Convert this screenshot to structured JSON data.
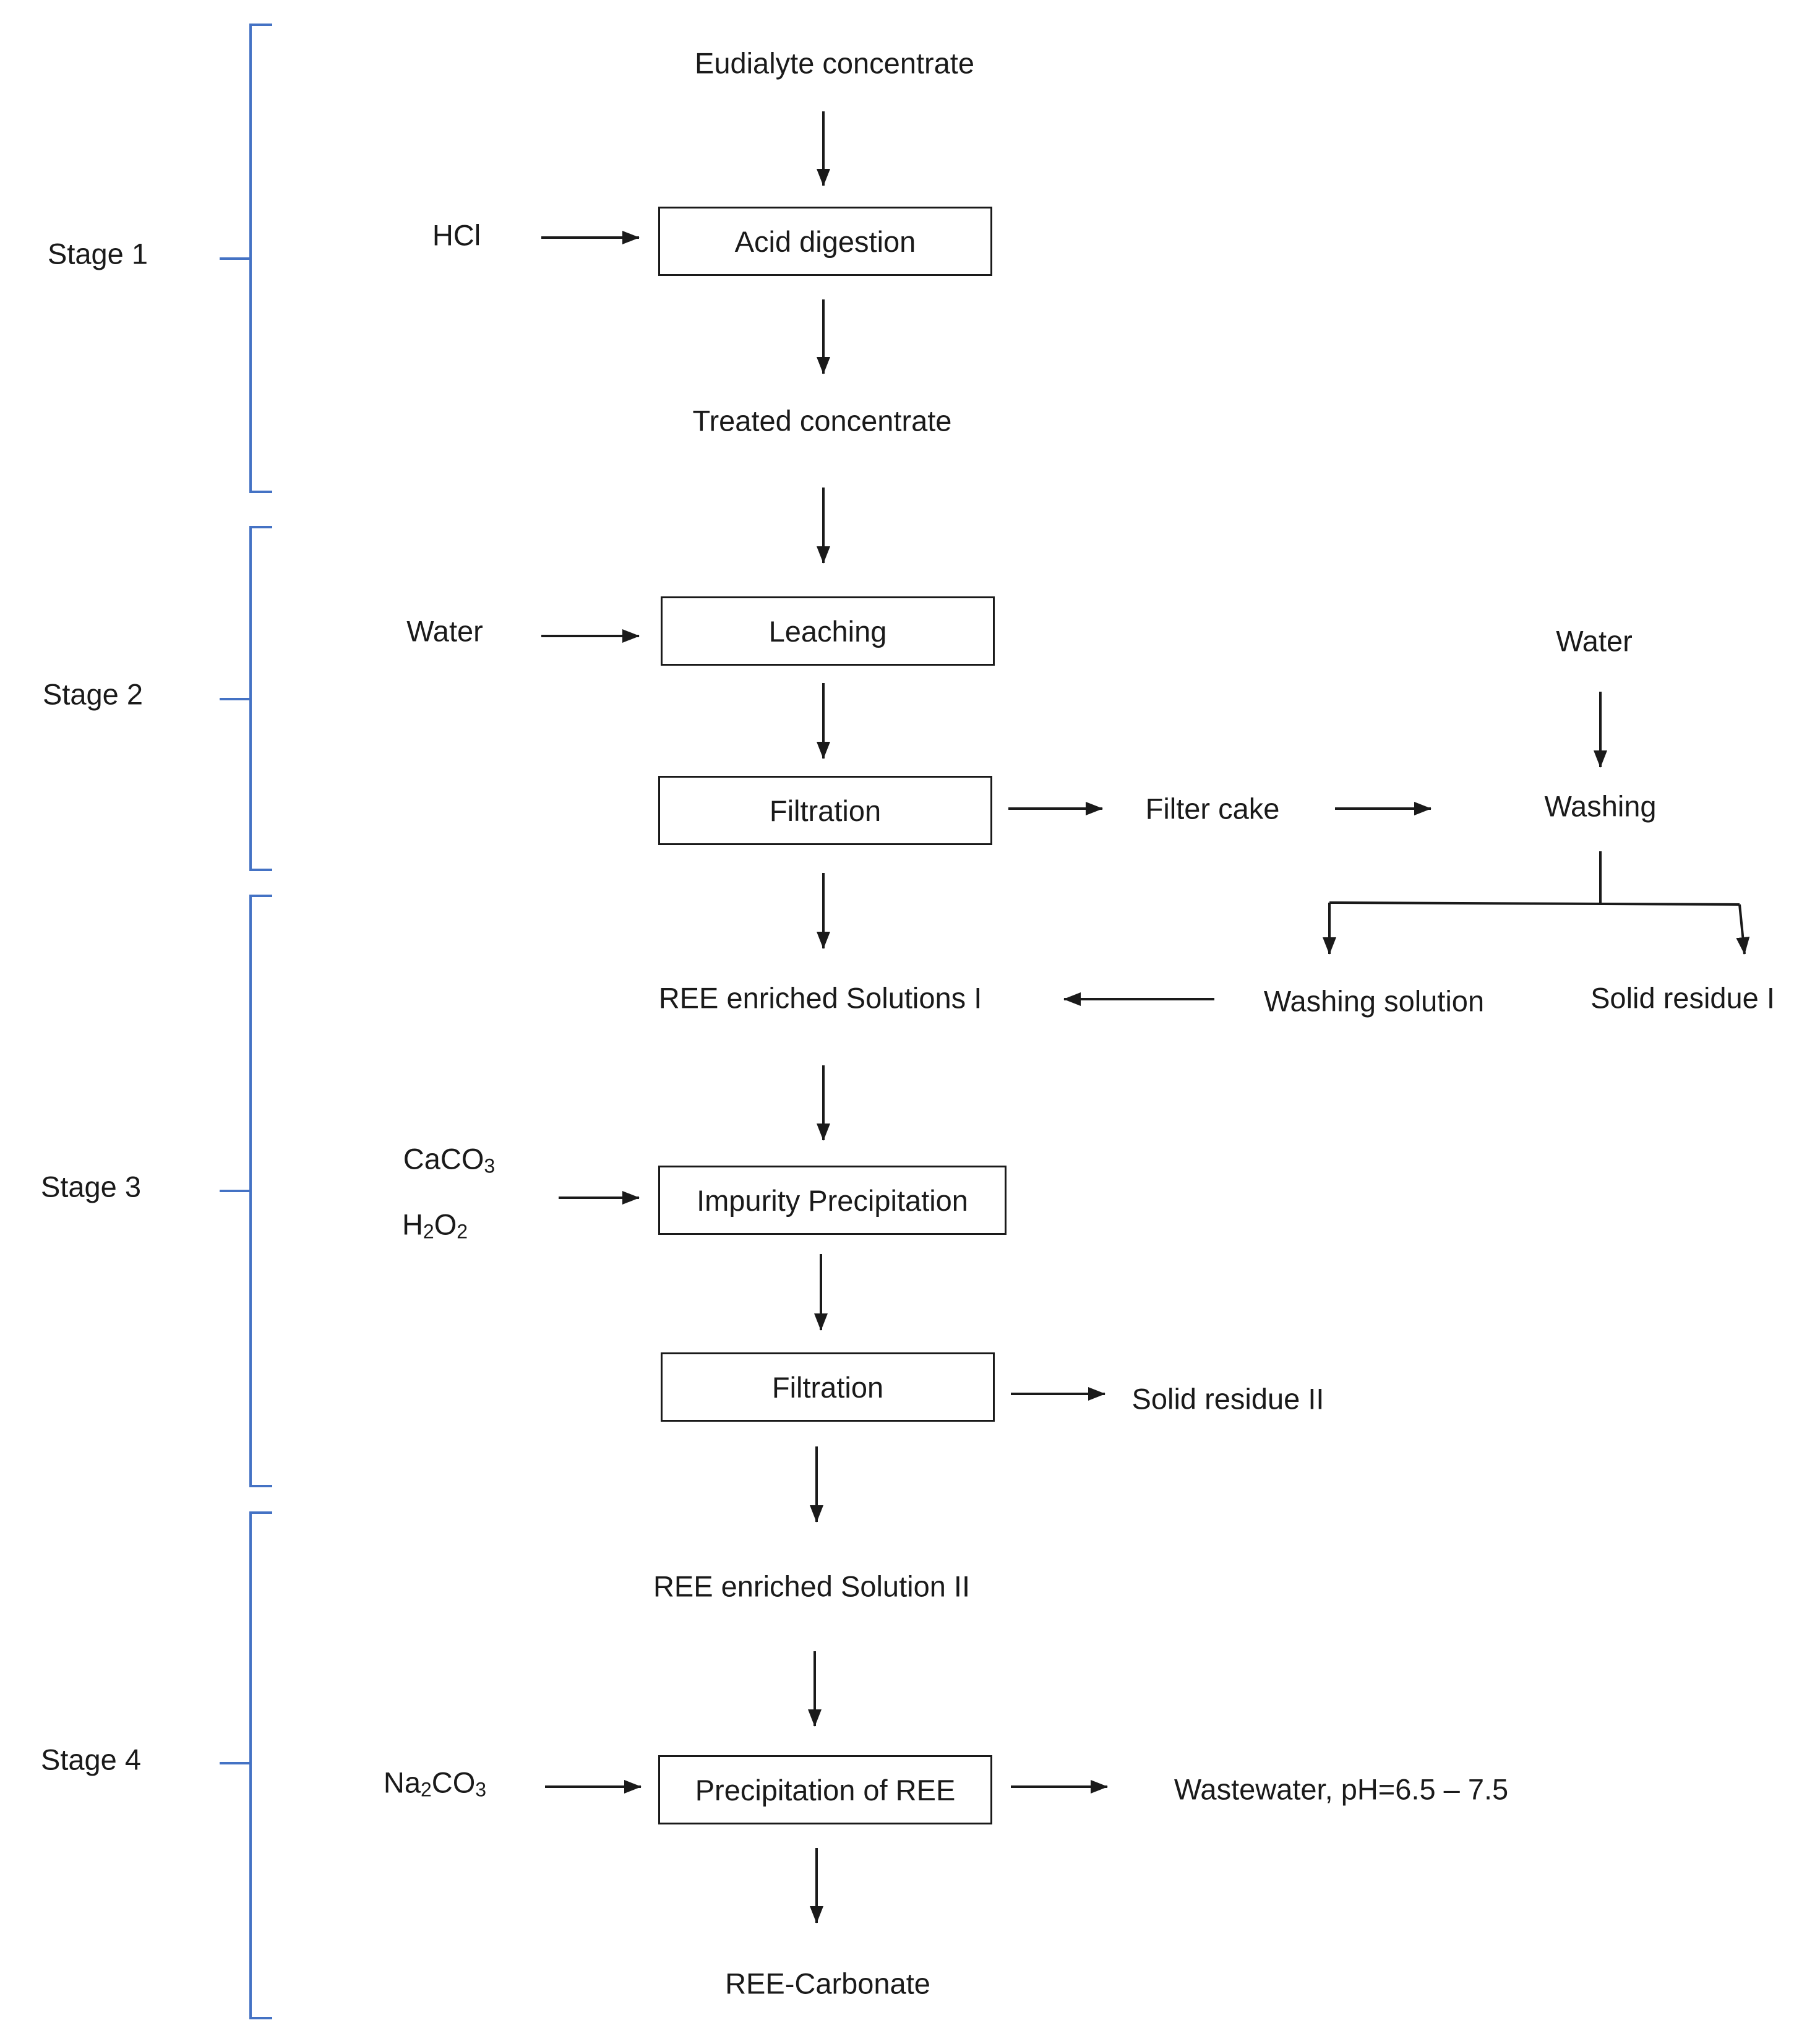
{
  "colors": {
    "bracket": "#4472C4",
    "line": "#1a1a1a",
    "text": "#1a1a1a"
  },
  "stages": [
    "Stage 1",
    "Stage 2",
    "Stage 3",
    "Stage 4"
  ],
  "nodes": {
    "eudialyte_concentrate": "Eudialyte concentrate",
    "treated_concentrate": "Treated concentrate",
    "filter_cake": "Filter cake",
    "water_top_right": "Water",
    "washing": "Washing",
    "ree_solutions_1": "REE enriched Solutions I",
    "washing_solution": "Washing solution",
    "solid_residue_1": "Solid residue I",
    "solid_residue_2": "Solid residue II",
    "ree_solution_2": "REE enriched Solution II",
    "wastewater": "Wastewater, pH=6.5 – 7.5",
    "ree_carbonate": "REE-Carbonate"
  },
  "processes": {
    "acid_digestion": "Acid digestion",
    "leaching": "Leaching",
    "filtration_1": "Filtration",
    "impurity_precipitation": "Impurity Precipitation",
    "filtration_2": "Filtration",
    "precipitation_ree": "Precipitation of REE"
  },
  "reagents": {
    "hcl": "HCl",
    "water_leach": "Water",
    "caco3": {
      "base": "CaCO",
      "sub": "3"
    },
    "h2o2": {
      "a": "H",
      "sub1": "2",
      "b": "O",
      "sub2": "2"
    },
    "na2co3": {
      "a": "Na",
      "sub1": "2",
      "b": "CO",
      "sub2": "3"
    }
  }
}
